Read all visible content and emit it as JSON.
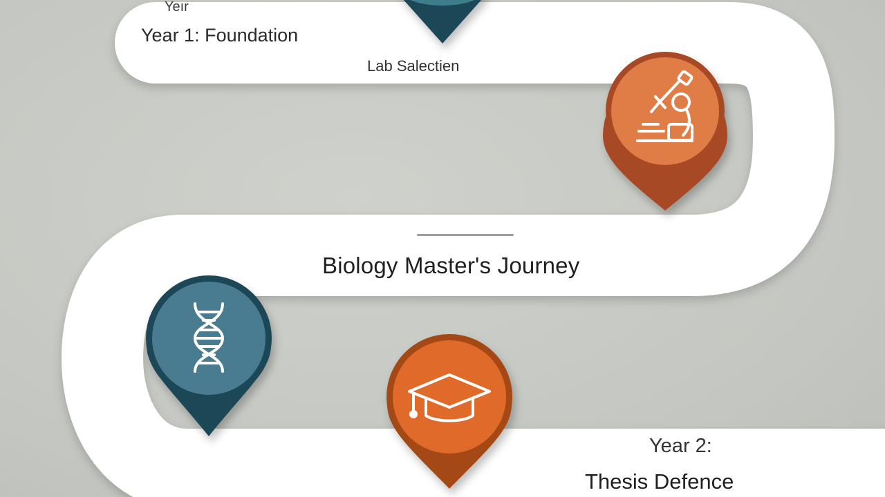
{
  "title": "Biology Master's Journey",
  "top_partial_label": "Yeır",
  "milestones": [
    {
      "year_label": "Year 1: Foundation",
      "step": "Lab Salectien"
    },
    {
      "year_label": "Year 2:",
      "step": "Thesis Defence"
    }
  ],
  "markers": [
    {
      "icon": "partial-marker-icon",
      "color": "#2f5d6e"
    },
    {
      "icon": "microscope-icon",
      "color": "#e07c45",
      "ring": "#a84a25"
    },
    {
      "icon": "dna-icon",
      "color": "#4a7c91",
      "ring": "#1f4656"
    },
    {
      "icon": "graduation-cap-icon",
      "color": "#e06a2a",
      "ring": "#a44818"
    }
  ],
  "colors": {
    "background": "#c9cbc6",
    "road": "#ffffff",
    "teal": "#2f5d6e",
    "orange": "#e07c45"
  }
}
